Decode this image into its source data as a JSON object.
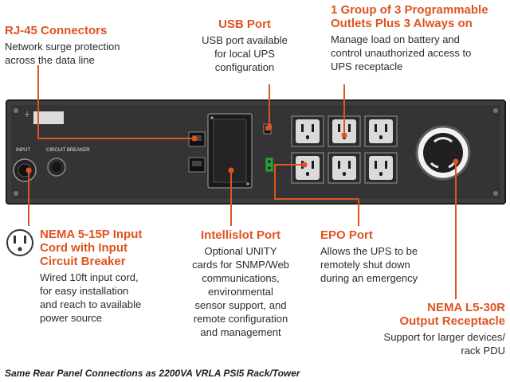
{
  "callouts": {
    "rj45": {
      "title": "RJ-45 Connectors",
      "desc": [
        "Network surge protection",
        "across the data line"
      ]
    },
    "usb": {
      "title": "USB Port",
      "desc": [
        "USB port available",
        "for local UPS",
        "configuration"
      ]
    },
    "outlets": {
      "title": [
        "1 Group of 3 Programmable",
        "Outlets Plus 3 Always on"
      ],
      "desc": [
        "Manage load on battery and",
        "control unauthorized access to",
        "UPS receptacle"
      ]
    },
    "nema515": {
      "title": [
        "NEMA 5-15P Input",
        "Cord with Input",
        "Circuit Breaker"
      ],
      "desc": [
        "Wired 10ft input cord,",
        "for easy installation",
        "and reach to available",
        "power source"
      ]
    },
    "intellislot": {
      "title": "Intellislot Port",
      "desc": [
        "Optional UNITY",
        "cards for SNMP/Web",
        "communications,",
        "environmental",
        "sensor support, and",
        "remote configuration",
        "and management"
      ]
    },
    "epo": {
      "title": "EPO Port",
      "desc": [
        "Allows the UPS to be",
        "remotely shut down",
        "during an emergency"
      ]
    },
    "l530": {
      "title": [
        "NEMA L5-30R",
        "Output Receptacle"
      ],
      "desc": [
        "Support for larger devices/",
        "rack PDU"
      ]
    }
  },
  "panel_labels": {
    "input": "INPUT",
    "breaker": "CIRCUIT BREAKER"
  },
  "footer": "Same Rear Panel Connections as 2200VA VRLA PSI5 Rack/Tower",
  "colors": {
    "accent": "#e0531f",
    "panel": "#3a3a3c",
    "panel_dark": "#1c1c1e",
    "text": "#2b2b2b"
  }
}
